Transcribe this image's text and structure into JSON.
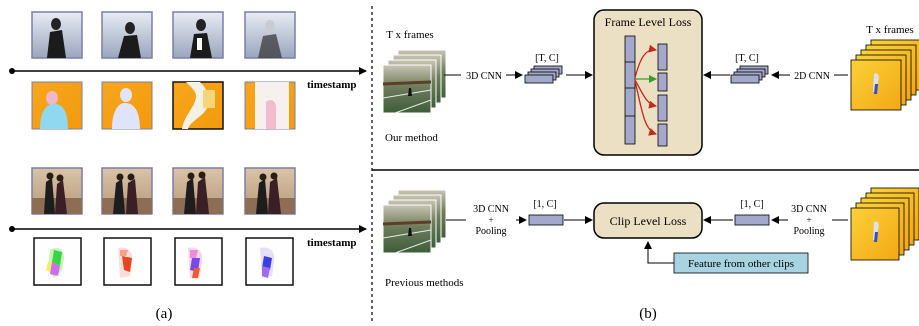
{
  "panel_a": {
    "caption": "(a)",
    "timestamp_top": "timestamp",
    "timestamp_bottom": "timestamp"
  },
  "panel_b": {
    "caption": "(b)",
    "our_method": {
      "frames_label": "T x frames",
      "cnn3d_label": "3D CNN",
      "feat_left_label": "[T, C]",
      "loss_title": "Frame Level Loss",
      "feat_right_label": "[T, C]",
      "cnn2d_label": "2D CNN",
      "right_frames_label": "T x frames",
      "method_label": "Our method"
    },
    "previous": {
      "cnn_left_line1": "3D CNN",
      "cnn_left_plus": "+",
      "cnn_left_line2": "Pooling",
      "feat_left_label": "[1, C]",
      "loss_label": "Clip Level Loss",
      "feat_right_label": "[1, C]",
      "cnn_right_line1": "3D CNN",
      "cnn_right_plus": "+",
      "cnn_right_line2": "Pooling",
      "other_clips_label": "Feature from other clips",
      "method_label": "Previous methods"
    }
  },
  "colors": {
    "loss_box_fill": "#ece0c4",
    "feature_fill": "#a4a9cc",
    "flow_orange": "#f6a20e",
    "flow_yellow": "#f8c21a",
    "other_clips_fill": "#a8d4e2",
    "arrow_red": "#c42a17",
    "arrow_green": "#3c9a2a"
  }
}
